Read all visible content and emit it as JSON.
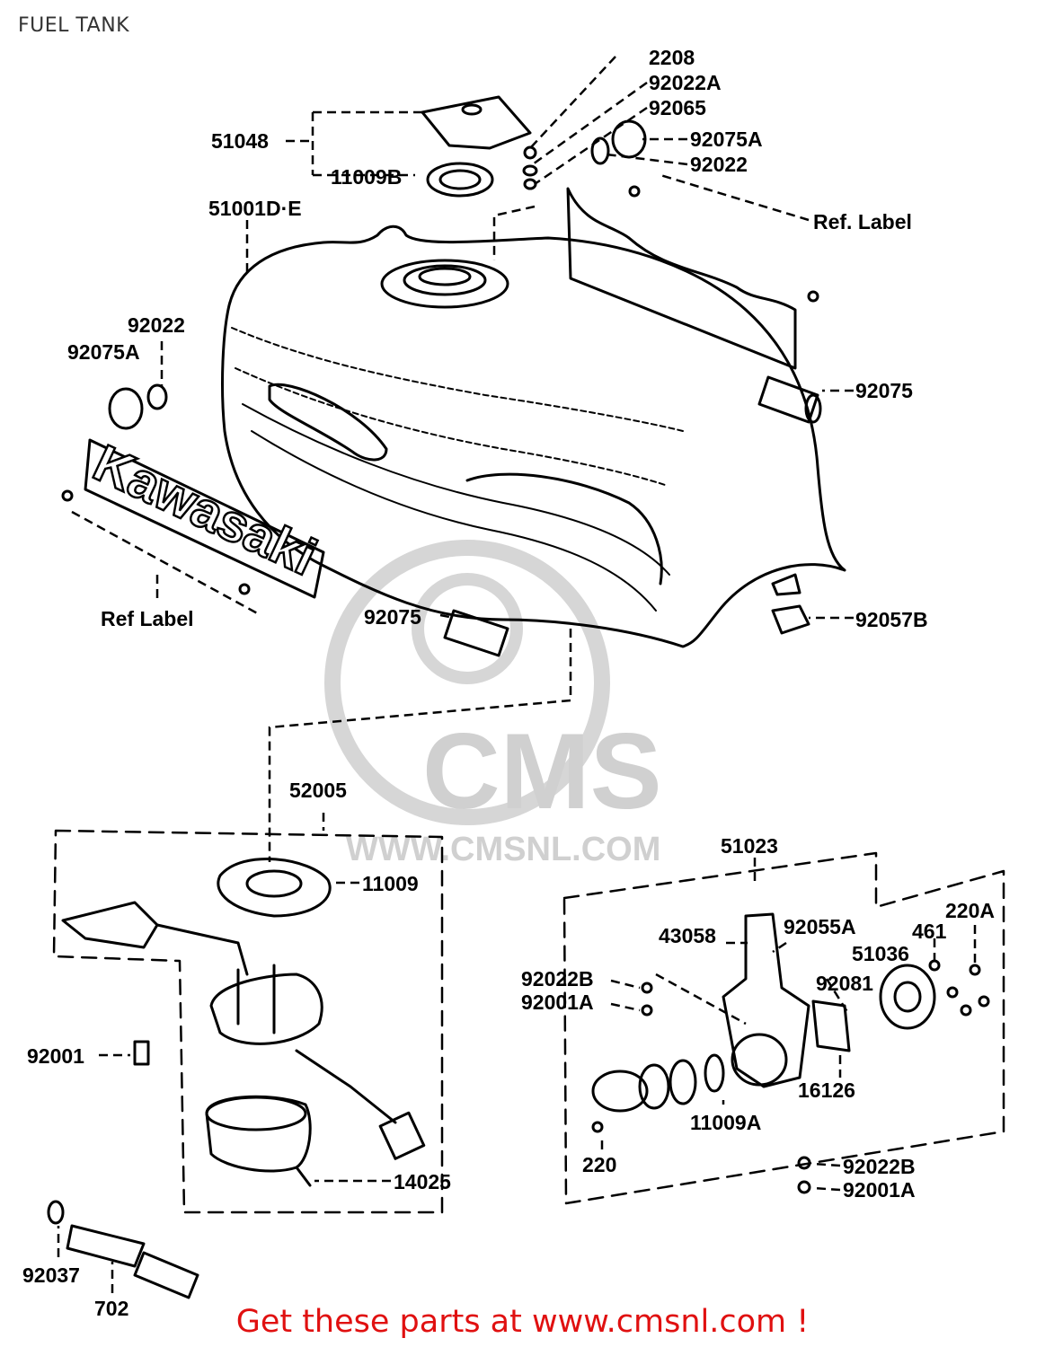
{
  "page": {
    "title": "FUEL TANK",
    "footer": "Get these parts at www.cmsnl.com !"
  },
  "watermark": {
    "logo": "CMS",
    "url": "WWW.CMSNL.COM"
  },
  "decal": {
    "text": "Kawasaki"
  },
  "colors": {
    "line": "#000000",
    "footer": "#e01010",
    "watermark": "#d0d0d0"
  },
  "labels": {
    "p2208": "2208",
    "p92022A": "92022A",
    "p92065": "92065",
    "p92075A_top": "92075A",
    "p92022_top": "92022",
    "p51048": "51048",
    "p11009B": "11009B",
    "p51001DE": "51001D·E",
    "ref_label_top": "Ref. Label",
    "p92022_left": "92022",
    "p92075A_left": "92075A",
    "p92075_right": "92075",
    "ref_label_left": "Ref Label",
    "p92075_bottom": "92075",
    "p92057B": "92057B",
    "p52005": "52005",
    "p11009": "11009",
    "p92001": "92001",
    "p14025": "14025",
    "p92037": "92037",
    "p702": "702",
    "p51023": "51023",
    "p220A": "220A",
    "p461": "461",
    "p43058": "43058",
    "p92055A": "92055A",
    "p51036": "51036",
    "p92022B_left": "92022B",
    "p92001A_left": "92001A",
    "p92081": "92081",
    "p16126": "16126",
    "p11009A": "11009A",
    "p220": "220",
    "p92022B_bottom": "92022B",
    "p92001A_bottom": "92001A"
  }
}
